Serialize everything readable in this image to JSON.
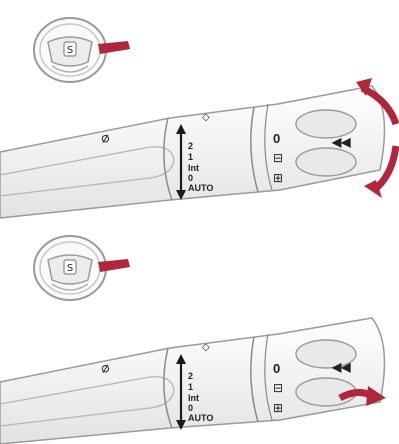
{
  "colors": {
    "accent": "#b0263d",
    "outline": "#9a9a9a",
    "body": "#f4f4f4",
    "dark": "#1a1a1a"
  },
  "icons": {
    "wiper": "windshield-wiper-icon",
    "rear_wiper": "rear-wiper-icon",
    "rear_wash": "rear-washer-icon",
    "steering": "steering-wheel-icon"
  },
  "panels": [
    {
      "scale_labels": [
        "2",
        "1",
        "Int",
        "0",
        "AUTO"
      ],
      "ring_labels": [
        "0",
        "⊟",
        "⊞"
      ],
      "ring_arrow": "◀◀",
      "wiper_symbol": "⌀",
      "front_symbol": "◇"
    },
    {
      "scale_labels": [
        "2",
        "1",
        "Int",
        "0",
        "AUTO"
      ],
      "ring_labels": [
        "0",
        "⊟",
        "⊞"
      ],
      "ring_arrow": "◀◀",
      "wiper_symbol": "⌀",
      "front_symbol": "◇"
    }
  ]
}
